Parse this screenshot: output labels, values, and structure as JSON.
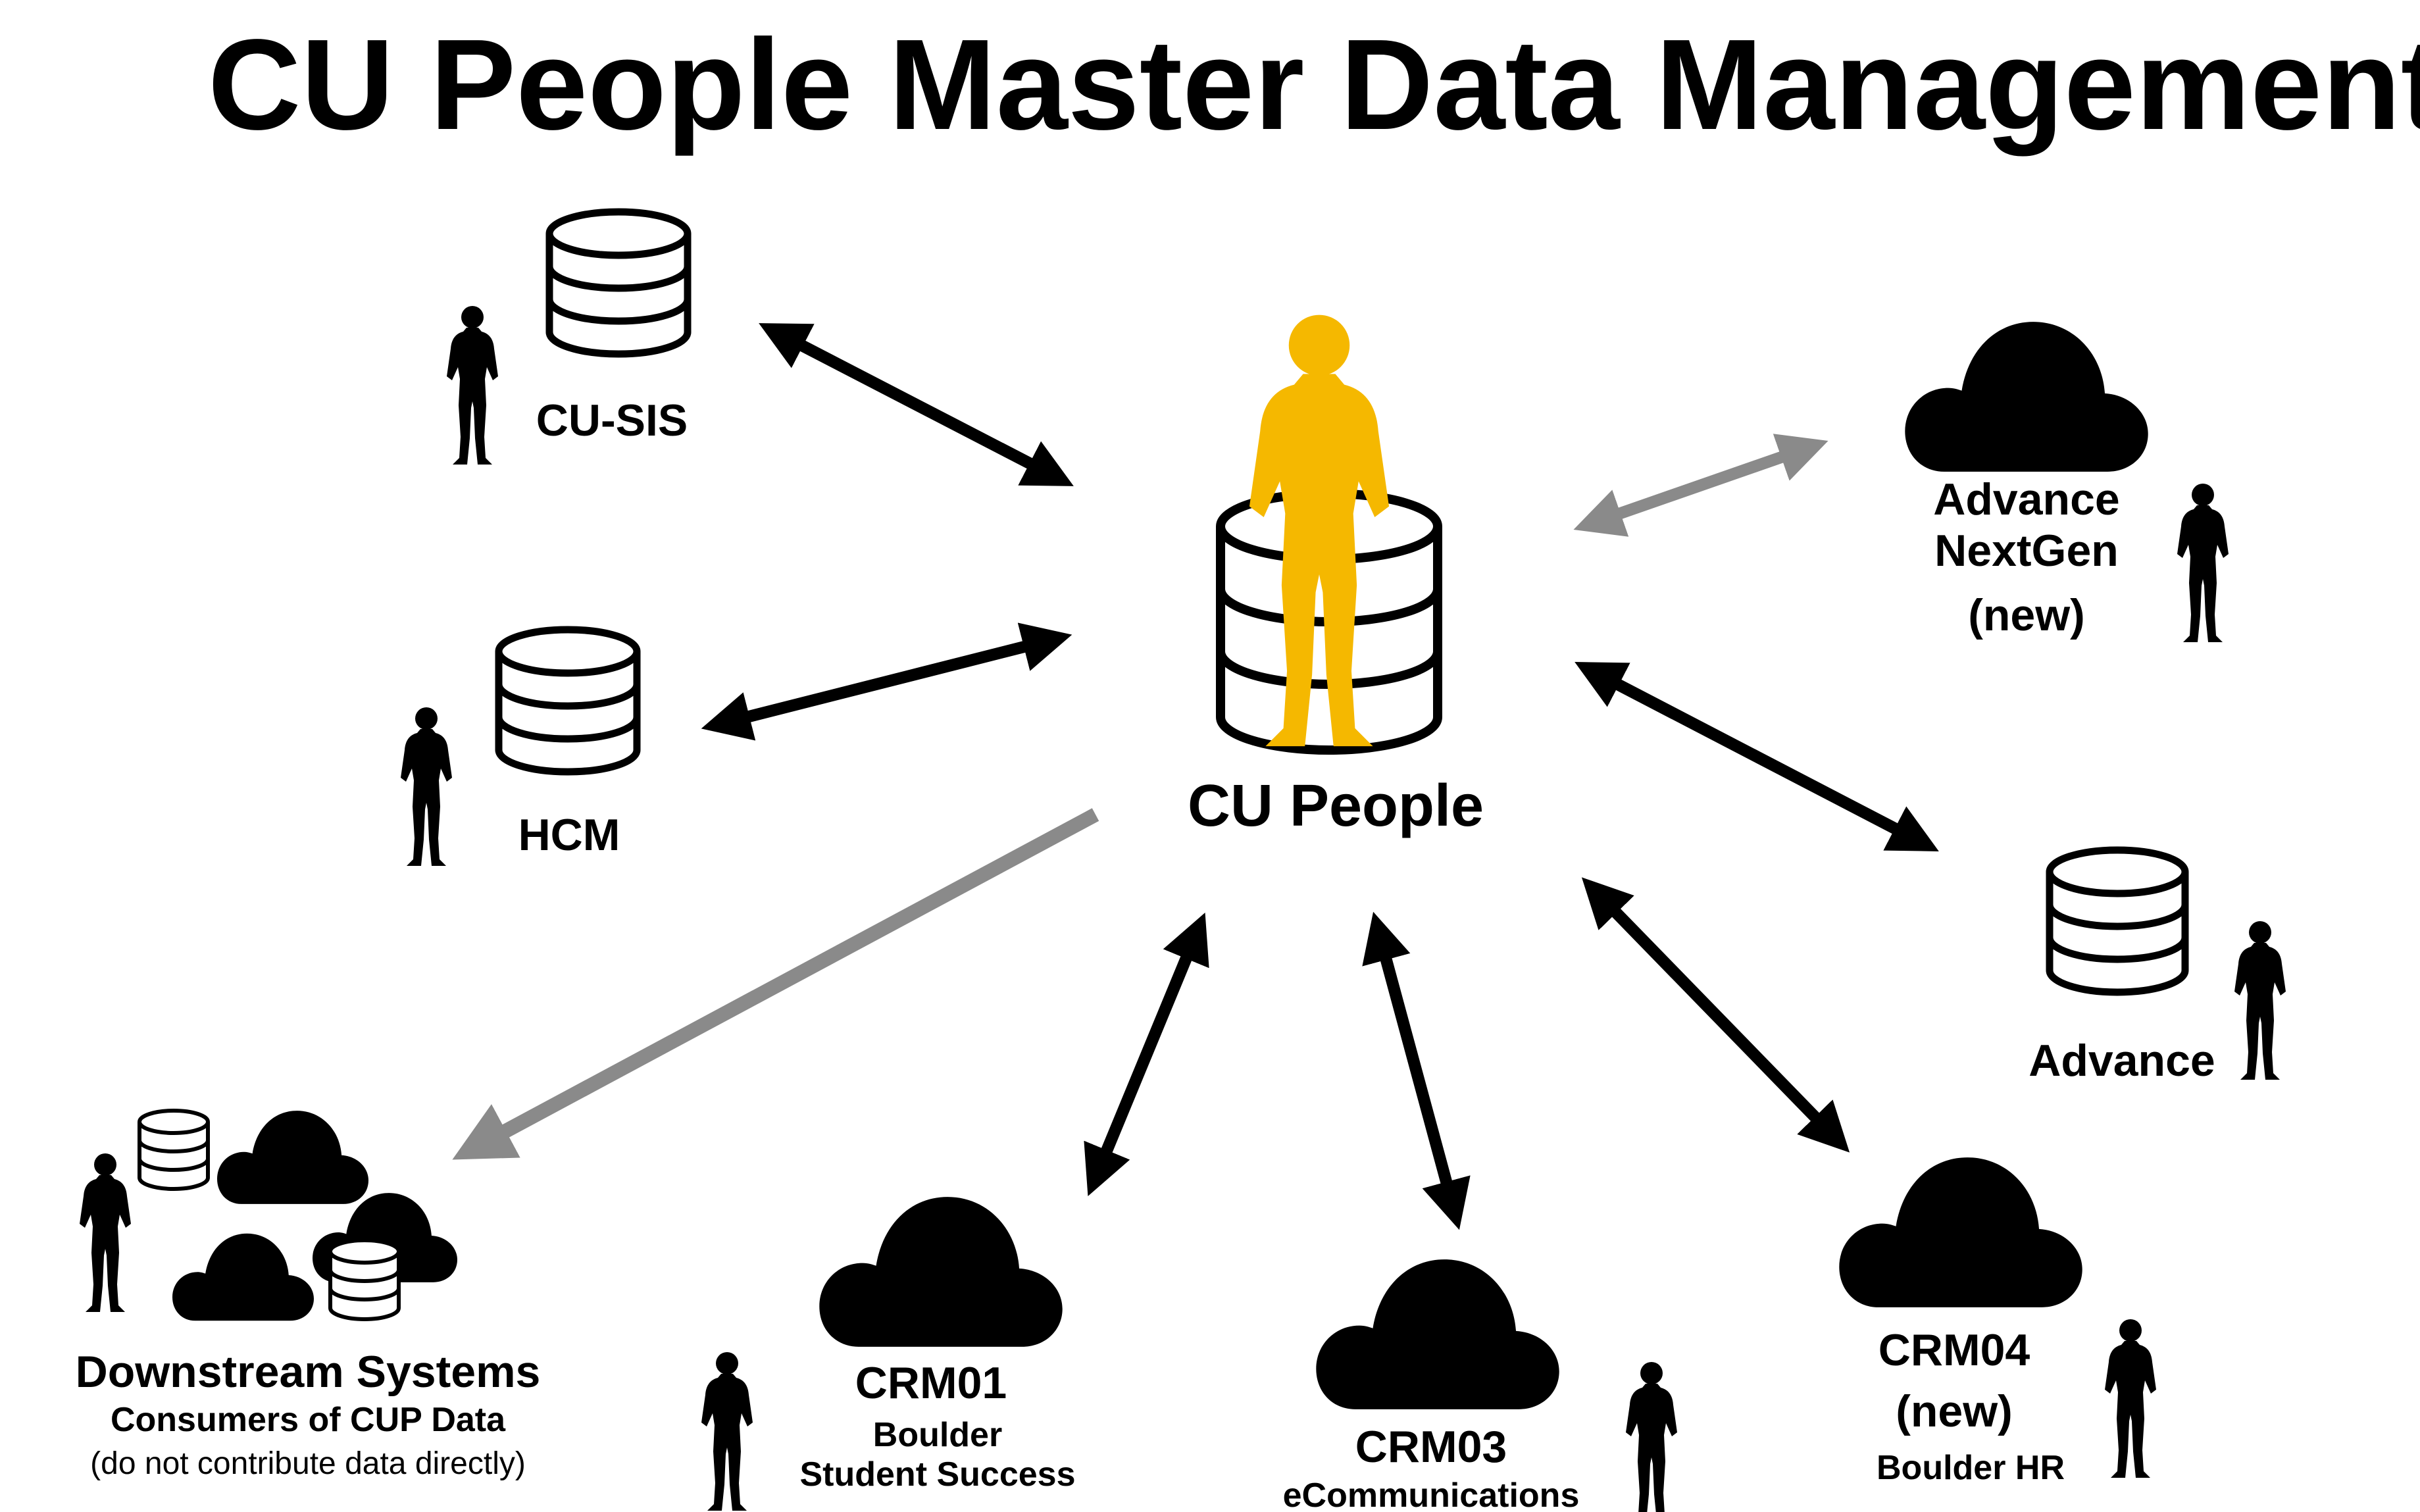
{
  "title": "CU People Master Data Management",
  "colors": {
    "hub": "#F5B800",
    "primary_link": "#000000",
    "secondary_link": "#8A8A8A"
  },
  "hub": {
    "label": "CU People"
  },
  "nodes": {
    "cu_sis": {
      "label": "CU-SIS",
      "icon": "database-icon"
    },
    "hcm": {
      "label": "HCM",
      "icon": "database-icon"
    },
    "advance_nextgen": {
      "label_line1": "Advance",
      "label_line2": "NextGen",
      "label_line3": "(new)",
      "icon": "cloud-icon"
    },
    "advance": {
      "label": "Advance",
      "icon": "database-icon"
    },
    "downstream": {
      "label": "Downstream Systems",
      "sub1": "Consumers of CUP Data",
      "sub2": "(do not contribute data directly)",
      "icon": "cloud-database-cluster-icon"
    },
    "crm01": {
      "label": "CRM01",
      "sub1": "Boulder",
      "sub2": "Student Success",
      "icon": "cloud-icon"
    },
    "crm03": {
      "label": "CRM03",
      "sub1": "eCommunications",
      "icon": "cloud-icon"
    },
    "crm04": {
      "label": "CRM04",
      "sub1": "(new)",
      "sub2": "Boulder HR",
      "icon": "cloud-icon"
    }
  },
  "connections": [
    {
      "from": "CU People",
      "to": "CU-SIS",
      "direction": "bidirectional",
      "style": "primary"
    },
    {
      "from": "CU People",
      "to": "HCM",
      "direction": "bidirectional",
      "style": "primary"
    },
    {
      "from": "CU People",
      "to": "Advance NextGen",
      "direction": "bidirectional",
      "style": "secondary"
    },
    {
      "from": "CU People",
      "to": "Advance",
      "direction": "bidirectional",
      "style": "primary"
    },
    {
      "from": "CU People",
      "to": "CRM01",
      "direction": "bidirectional",
      "style": "primary"
    },
    {
      "from": "CU People",
      "to": "CRM03",
      "direction": "bidirectional",
      "style": "primary"
    },
    {
      "from": "CU People",
      "to": "CRM04",
      "direction": "bidirectional",
      "style": "primary"
    },
    {
      "from": "CU People",
      "to": "Downstream Systems",
      "direction": "one-way",
      "style": "secondary"
    }
  ]
}
